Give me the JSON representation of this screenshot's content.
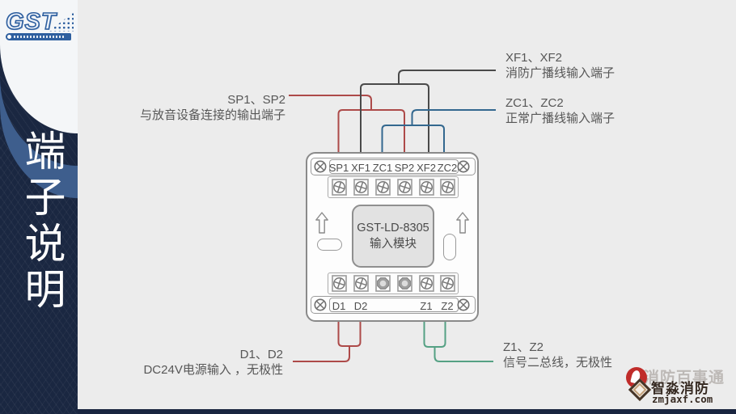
{
  "sidebar": {
    "vertical_title": "端子说明",
    "logo_text": "GST"
  },
  "module": {
    "title_line1": "GST-LD-8305",
    "title_line2": "输入模块",
    "top_terminals": [
      "SP1",
      "XF1",
      "ZC1",
      "SP2",
      "XF2",
      "ZC2"
    ],
    "bottom_terminals": [
      "D1",
      "D2",
      "Z1",
      "Z2"
    ]
  },
  "callouts": {
    "sp": {
      "title": "SP1、SP2",
      "desc": "与放音设备连接的输出端子"
    },
    "xf": {
      "title": "XF1、XF2",
      "desc": "消防广播线输入端子"
    },
    "zc": {
      "title": "ZC1、ZC2",
      "desc": "正常广播线输入端子"
    },
    "d": {
      "title": "D1、D2",
      "desc": "DC24V电源输入 ，无极性"
    },
    "z": {
      "title": "Z1、Z2",
      "desc": "信号二总线，无极性"
    }
  },
  "colors": {
    "wire_sp": "#ad4a49",
    "wire_xf": "#4a4a4a",
    "wire_zc": "#33688f",
    "wire_d": "#ad4a49",
    "wire_z": "#55a184",
    "sidebar_navy": "#1a2741",
    "band_blue": "#3e5e8d",
    "accent_red_logo": "#c02c2a"
  },
  "watermark": {
    "ghost": "消防百事通",
    "brand": "智淼消防",
    "site": "zmjaxf.com"
  }
}
